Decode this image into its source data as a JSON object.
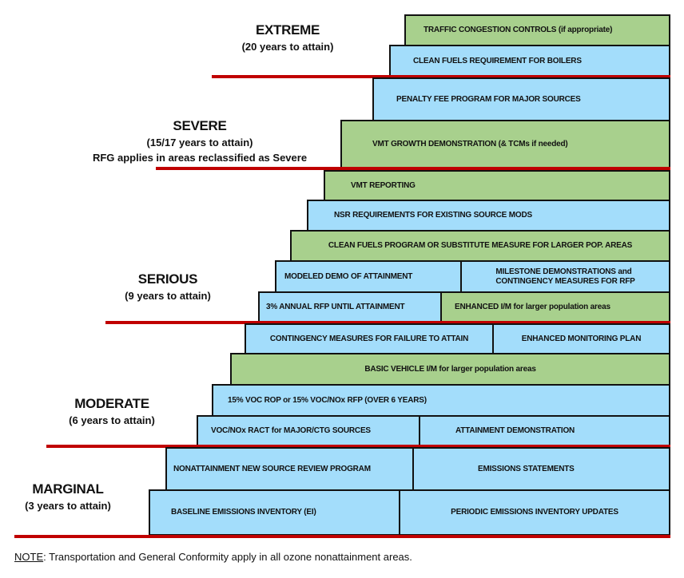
{
  "classifications": [
    {
      "name": "EXTREME",
      "timeframe": "(20 years to attain)"
    },
    {
      "name": "SEVERE",
      "timeframe": "(15/17 years to attain)",
      "extra": "RFG applies in areas reclassified as Severe"
    },
    {
      "name": "SERIOUS",
      "timeframe": "(9 years to attain)"
    },
    {
      "name": "MODERATE",
      "timeframe": "(6 years to attain)"
    },
    {
      "name": "MARGINAL",
      "timeframe": "(3 years to attain)"
    }
  ],
  "requirements": {
    "traffic_congestion": "TRAFFIC CONGESTION CONTROLS (if appropriate)",
    "clean_fuels_boilers": "CLEAN FUELS REQUIREMENT FOR BOILERS",
    "penalty_fee": "PENALTY FEE PROGRAM FOR MAJOR SOURCES",
    "vmt_growth": "VMT GROWTH DEMONSTRATION (& TCMs if needed)",
    "vmt_reporting": "VMT REPORTING",
    "nsr_existing": "NSR REQUIREMENTS FOR EXISTING SOURCE MODS",
    "clean_fuels_program": "CLEAN FUELS PROGRAM OR SUBSTITUTE MEASURE FOR LARGER POP. AREAS",
    "modeled_demo": "MODELED DEMO OF ATTAINMENT",
    "milestone_line1": "MILESTONE DEMONSTRATIONS and",
    "milestone_line2": "CONTINGENCY MEASURES FOR RFP",
    "annual_rfp": "3% ANNUAL RFP UNTIL ATTAINMENT",
    "enhanced_im": "ENHANCED I/M for larger population areas",
    "contingency_failure": "CONTINGENCY MEASURES FOR FAILURE TO ATTAIN",
    "enhanced_monitoring": "ENHANCED MONITORING PLAN",
    "basic_im": "BASIC VEHICLE I/M for larger population areas",
    "voc_rop": "15% VOC ROP or 15% VOC/NOx RFP (OVER 6 YEARS)",
    "ract": "VOC/NOx RACT for MAJOR/CTG SOURCES",
    "attainment_demo": "ATTAINMENT DEMONSTRATION",
    "nnsr": "NONATTAINMENT NEW SOURCE REVIEW PROGRAM",
    "emissions_statements": "EMISSIONS STATEMENTS",
    "baseline_ei": "BASELINE EMISSIONS INVENTORY (EI)",
    "periodic_ei": "PERIODIC EMISSIONS INVENTORY UPDATES"
  },
  "legend_colors": {
    "blue": "#a3ddfb",
    "green": "#a8d08d",
    "divider": "#c00000"
  },
  "note": {
    "label": "NOTE",
    "text": ": Transportation and General Conformity apply in all ozone nonattainment areas."
  }
}
